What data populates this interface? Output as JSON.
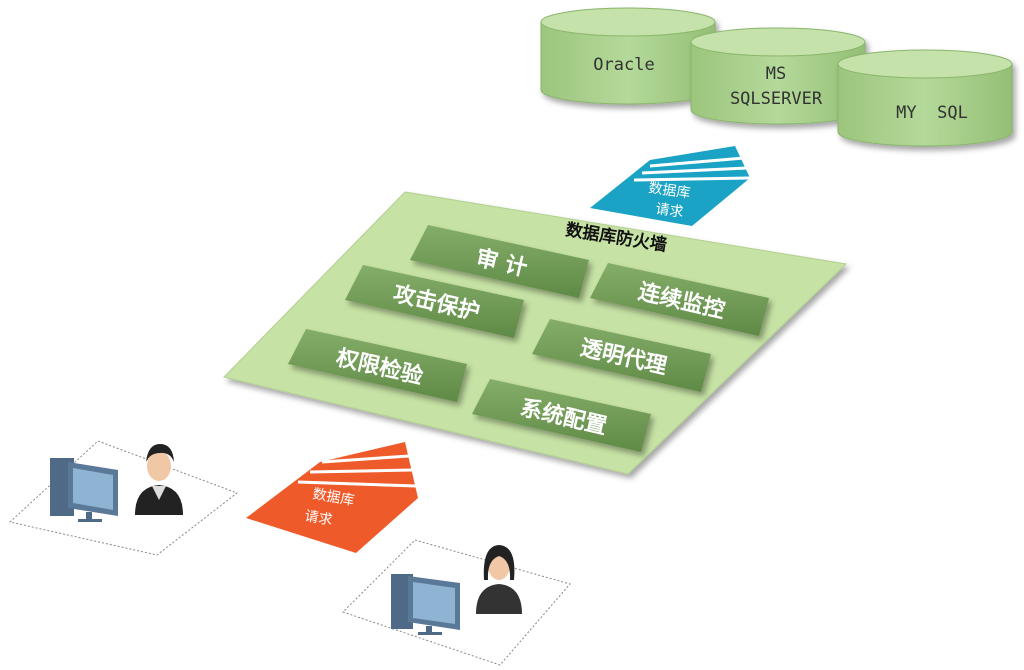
{
  "databases": [
    {
      "label_lines": [
        "Oracle"
      ]
    },
    {
      "label_lines": [
        "MS",
        "SQLSERVER"
      ]
    },
    {
      "label_lines": [
        "MY  SQL"
      ]
    }
  ],
  "firewall": {
    "title": "数据库防火墙",
    "modules": [
      "审 计",
      "连续监控",
      "攻击保护",
      "透明代理",
      "权限检验",
      "系统配置"
    ]
  },
  "arrows": {
    "upper": {
      "lines": [
        "数据库",
        "请求"
      ],
      "color": "#1aa3c4"
    },
    "lower": {
      "lines": [
        "数据库",
        "请求"
      ],
      "color": "#ef5a2a"
    }
  },
  "colors": {
    "platform": "#c6e2a4",
    "module": "#6f9a55",
    "cylinder": "#a9d08c",
    "cylinder_top": "#c2e1a6"
  }
}
